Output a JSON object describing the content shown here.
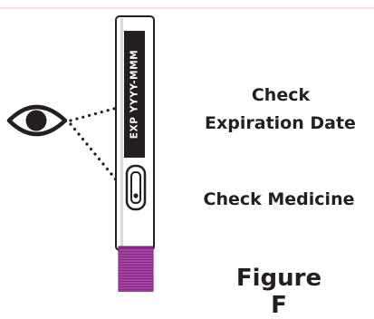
{
  "figure_label": "Figure F",
  "annotations": {
    "check_line1": "Check",
    "check_line2": "Expiration Date",
    "check_medicine": "Check Medicine"
  },
  "pen": {
    "label_text": "EXP YYYY-MMM",
    "cap_color": "#8c2a8c"
  },
  "icons": [
    "eye-icon"
  ]
}
